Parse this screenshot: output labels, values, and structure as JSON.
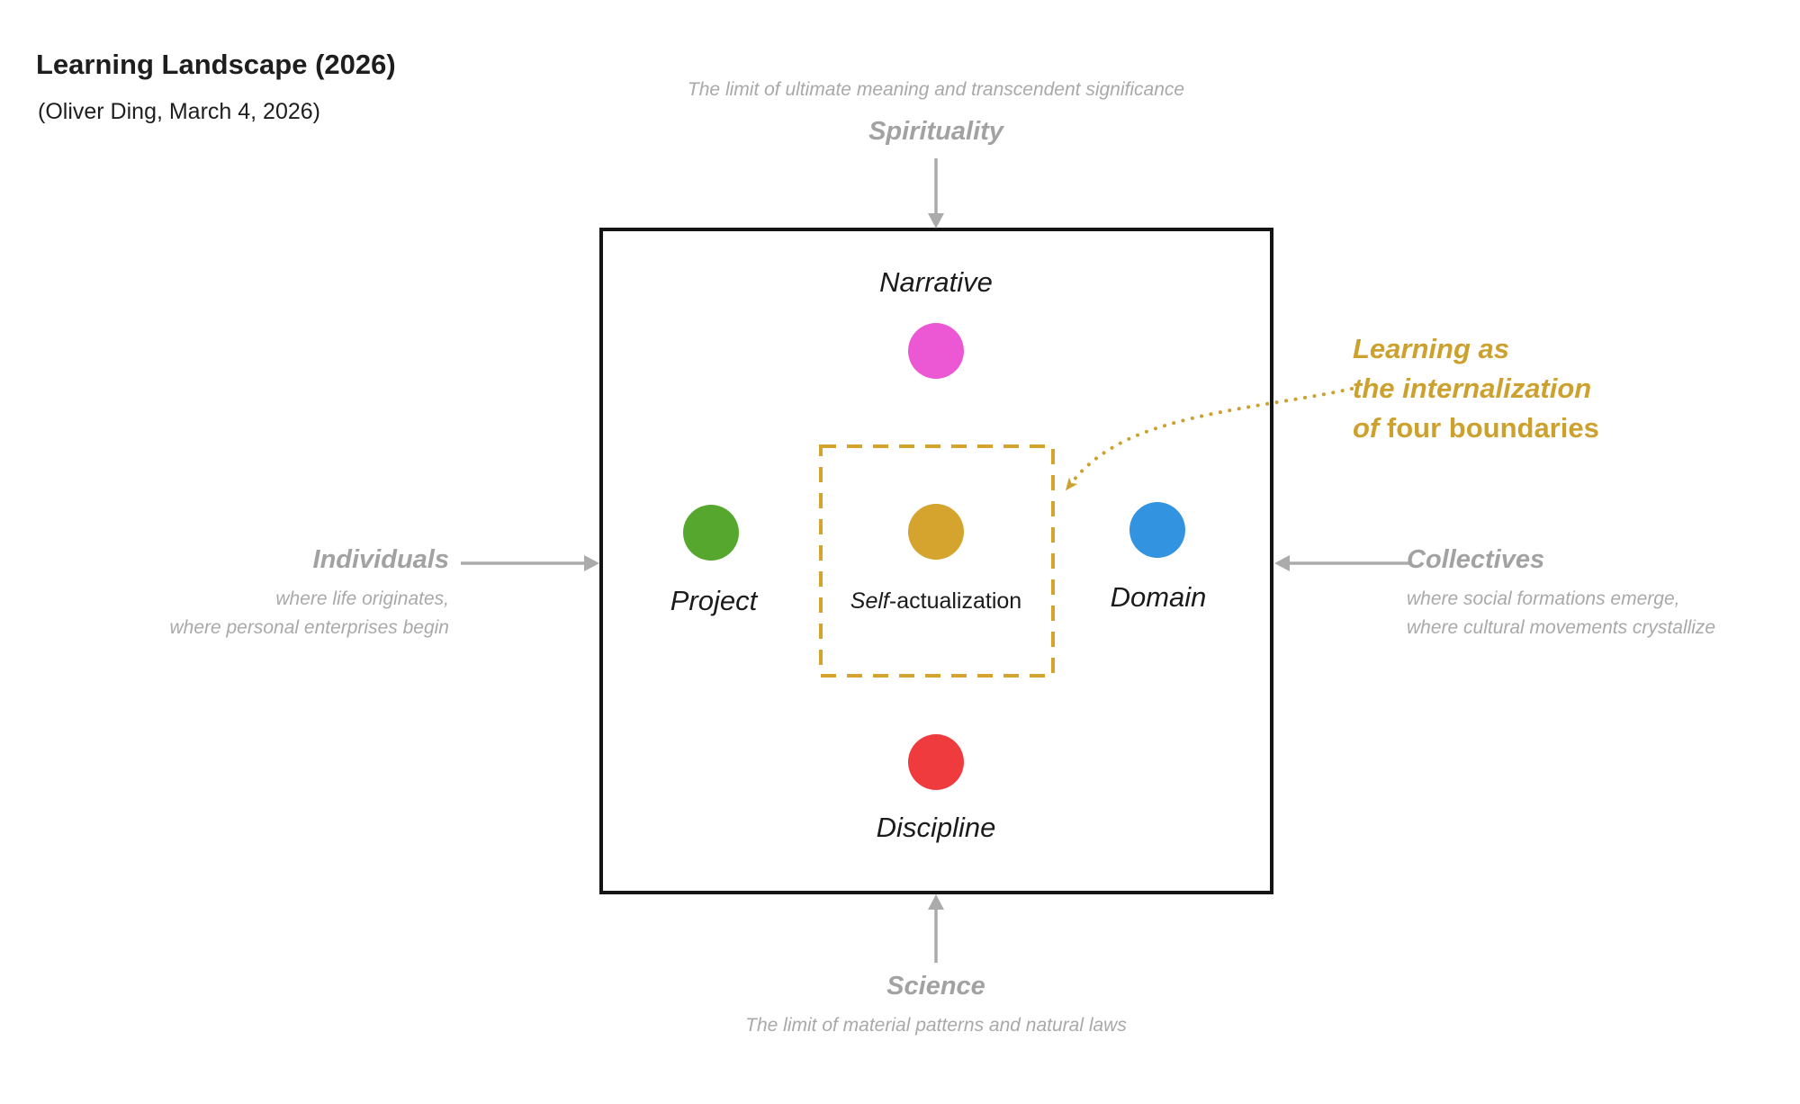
{
  "header": {
    "title": "Learning Landscape (2026)",
    "byline": "(Oliver Ding, March 4, 2026)"
  },
  "boundaries": {
    "top": {
      "label": "Spirituality",
      "description": "The limit of ultimate meaning and transcendent significance"
    },
    "bottom": {
      "label": "Science",
      "description": "The limit of material patterns and natural laws"
    },
    "left": {
      "label": "Individuals",
      "description_line1": "where life originates,",
      "description_line2": "where personal enterprises begin"
    },
    "right": {
      "label": "Collectives",
      "description_line1": "where social formations emerge,",
      "description_line2": "where cultural movements crystallize"
    }
  },
  "square": {
    "top": {
      "label": "Narrative"
    },
    "left": {
      "label": "Project"
    },
    "right": {
      "label": "Domain"
    },
    "bottom": {
      "label": "Discipline"
    },
    "center": {
      "label_italic": "Self",
      "label_rest": "-actualization"
    }
  },
  "annotation": {
    "line1": "Learning as",
    "line2": "the internalization",
    "line3_italic": "of",
    "line3_rest": "four boundaries"
  },
  "colors": {
    "narrative_pink": "#ec58d3",
    "project_green": "#55a82d",
    "domain_blue": "#3294e0",
    "discipline_red": "#f03b3e",
    "self_gold": "#d5a42e",
    "annotation_gold": "#cda12d",
    "label_gray": "#a2a2a2",
    "description_gray": "#a9a9a9",
    "arrow_gray": "#ababab",
    "square_black": "#141414"
  }
}
